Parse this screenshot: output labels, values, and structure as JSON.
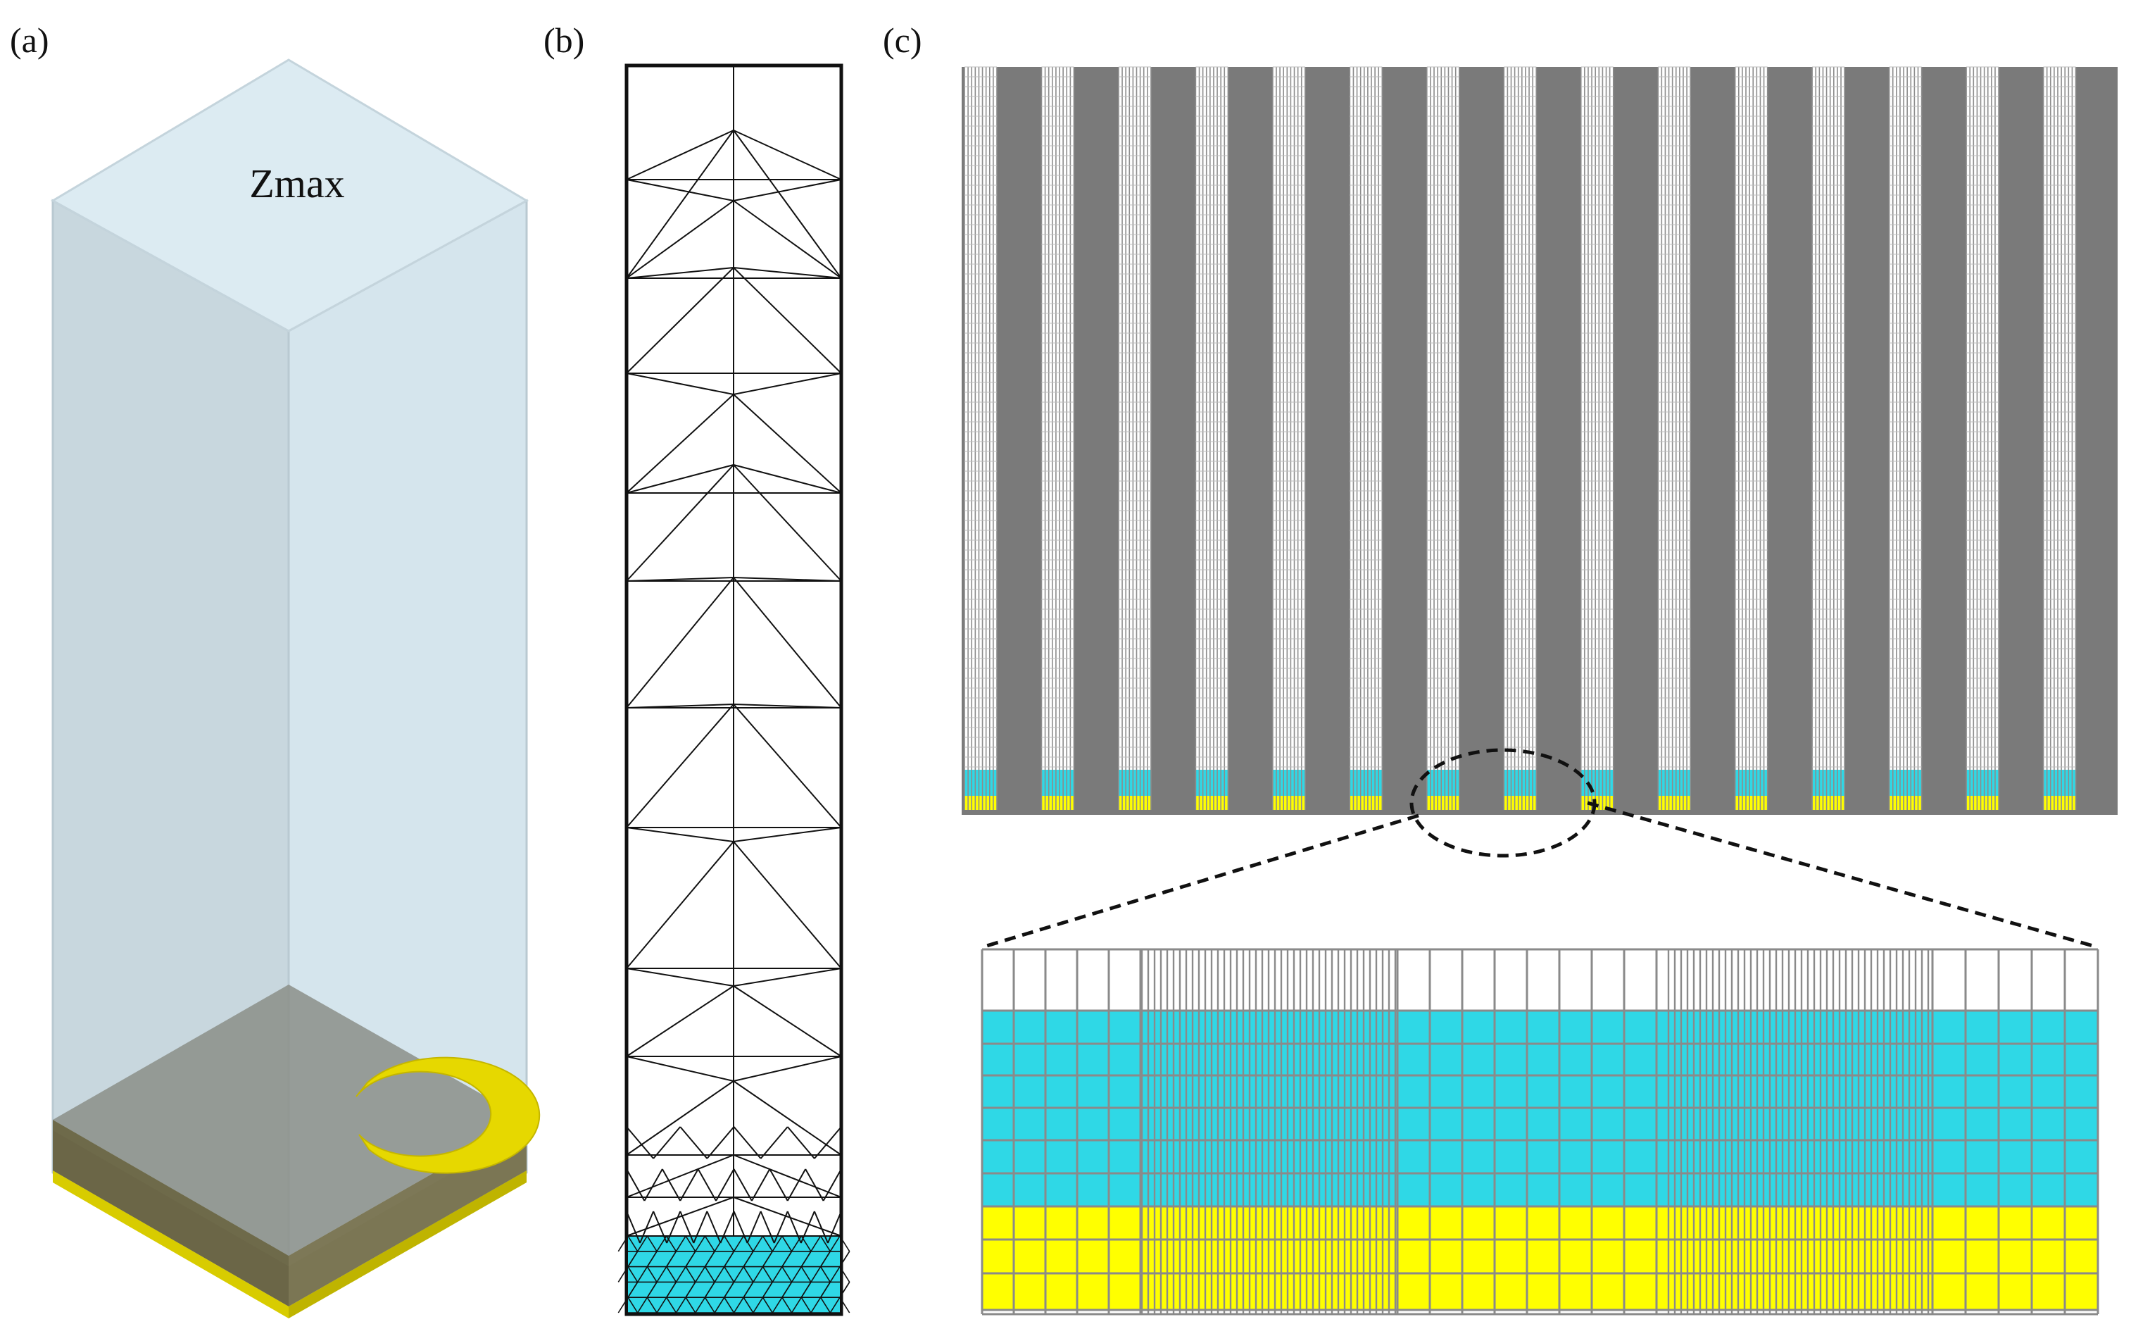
{
  "panels": {
    "a": {
      "label": "(a)",
      "face_label": "Zmax"
    },
    "b": {
      "label": "(b)"
    },
    "c": {
      "label": "(c)"
    }
  },
  "colors": {
    "air_box_top": "#dbeaf1",
    "air_box_left": "#c9d8df",
    "air_box_right": "#d6e6ee",
    "substrate": "#8a8a66",
    "gold": "#e0d400",
    "mesh_line": "#111111",
    "mesh_cyan": "#2fd8e6",
    "mesh_gray": "#7a7a7a",
    "mesh_yellow": "#ffff00",
    "zoom_grid": "#8a8a8a"
  }
}
